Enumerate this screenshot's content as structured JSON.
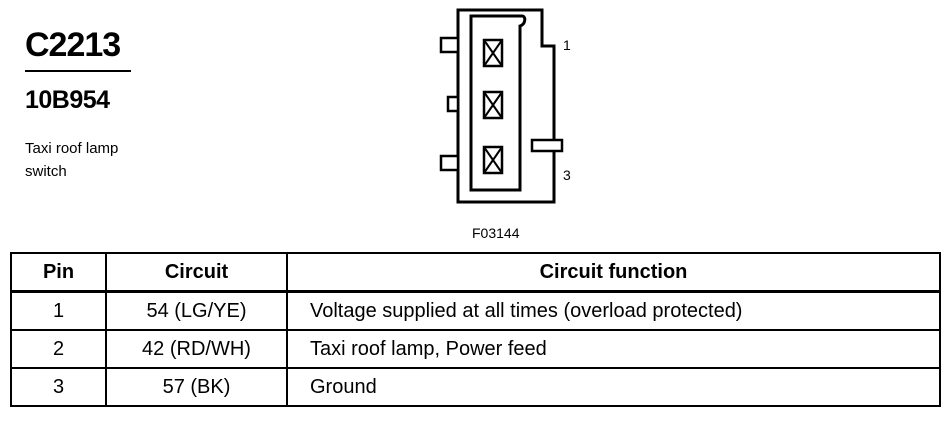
{
  "connector": {
    "id": "C2213",
    "part_number": "10B954",
    "description": "Taxi roof lamp switch"
  },
  "diagram": {
    "pin_labels": [
      "1",
      "3"
    ],
    "figure_id": "F03144"
  },
  "table": {
    "headers": [
      "Pin",
      "Circuit",
      "Circuit function"
    ],
    "rows": [
      {
        "pin": "1",
        "circuit": "54 (LG/YE)",
        "function": "Voltage supplied at all times (overload protected)"
      },
      {
        "pin": "2",
        "circuit": "42 (RD/WH)",
        "function": "Taxi roof lamp, Power feed"
      },
      {
        "pin": "3",
        "circuit": "57 (BK)",
        "function": "Ground"
      }
    ]
  }
}
